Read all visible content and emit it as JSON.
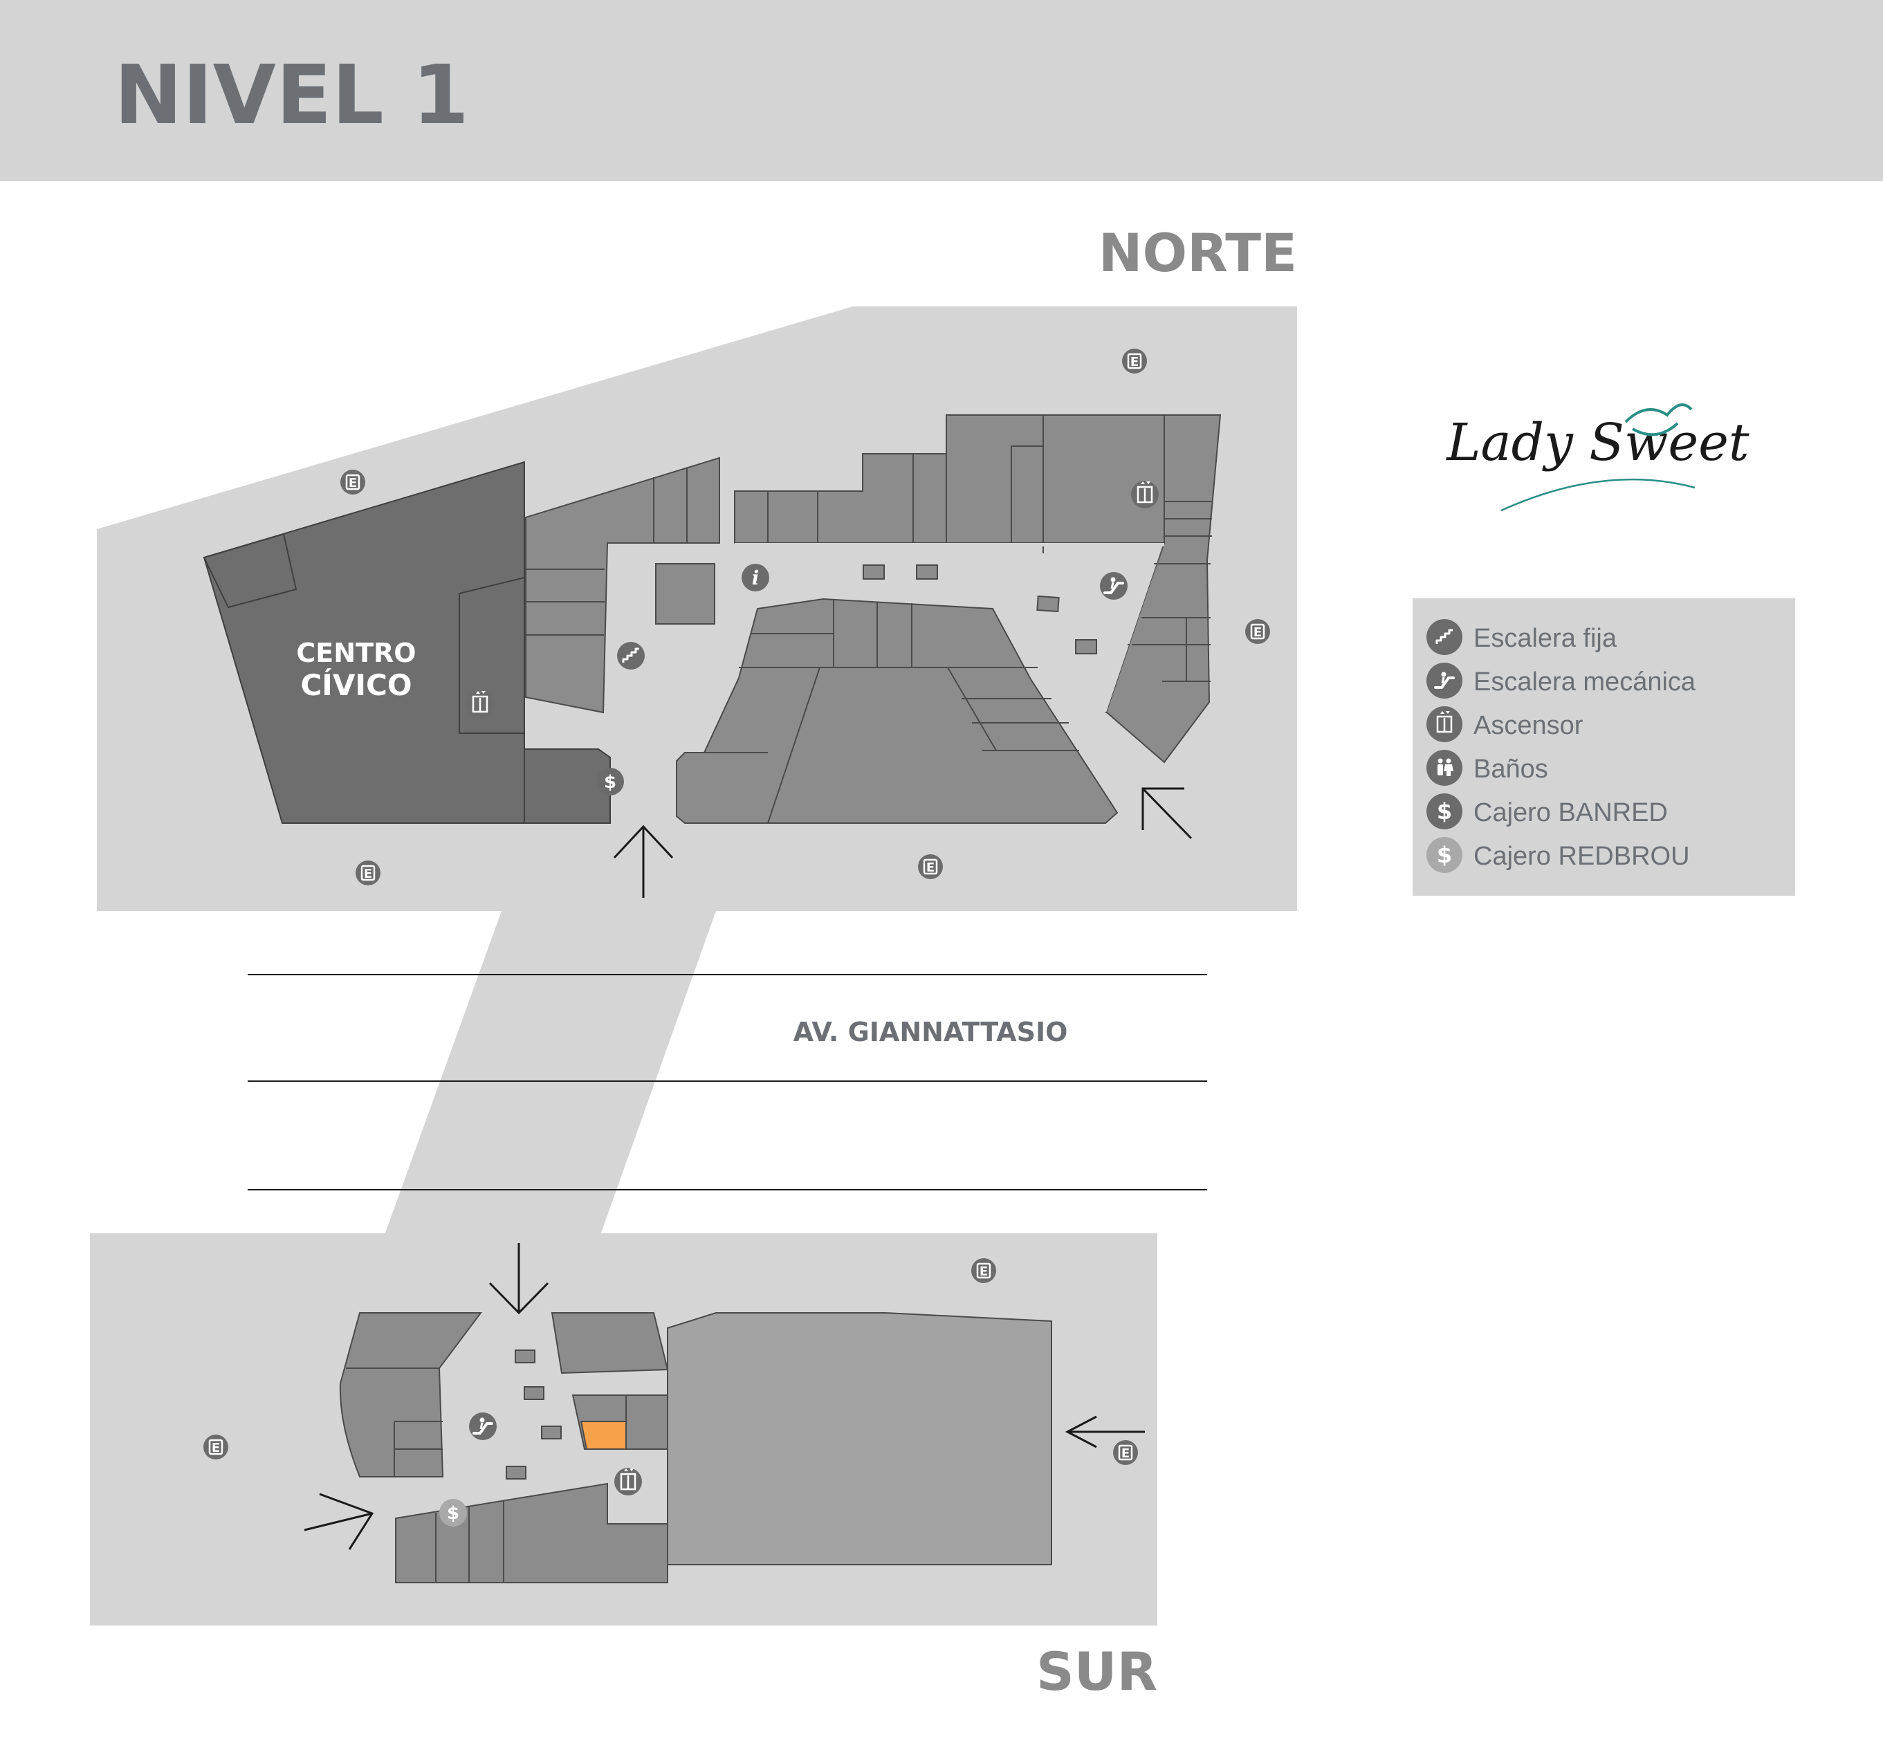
{
  "header": {
    "title": "NIVEL 1"
  },
  "zones": {
    "north": "NORTE",
    "south": "SUR"
  },
  "street": {
    "name": "AV. GIANNATTASIO"
  },
  "civic_center": {
    "line1": "CENTRO",
    "line2": "CÍVICO"
  },
  "logo": {
    "text": "Lady Sweet",
    "accent": "#2a8f86"
  },
  "highlight_store": {
    "color": "#f5a24b"
  },
  "legend": {
    "items": [
      {
        "icon": "stairs-icon",
        "label": "Escalera fija"
      },
      {
        "icon": "escalator-icon",
        "label": "Escalera mecánica"
      },
      {
        "icon": "elevator-icon",
        "label": "Ascensor"
      },
      {
        "icon": "restroom-icon",
        "label": "Baños"
      },
      {
        "icon": "atm-banred-icon",
        "label": "Cajero BANRED"
      },
      {
        "icon": "atm-redbrou-icon",
        "label": "Cajero REDBROU"
      }
    ]
  },
  "map_markers": {
    "entrance": "E",
    "info": "i",
    "atm": "$"
  },
  "colors": {
    "header_bg": "#d4d4d4",
    "plan_bg": "#d5d5d5",
    "store": "#8c8c8c",
    "store_dark": "#6e6e6e",
    "anchor_store": "#a3a3a3",
    "icon_dark": "#6b6b6b",
    "icon_light": "#a9a9a9",
    "title_text": "#6c7075",
    "zone_text": "#8a8a8a"
  }
}
